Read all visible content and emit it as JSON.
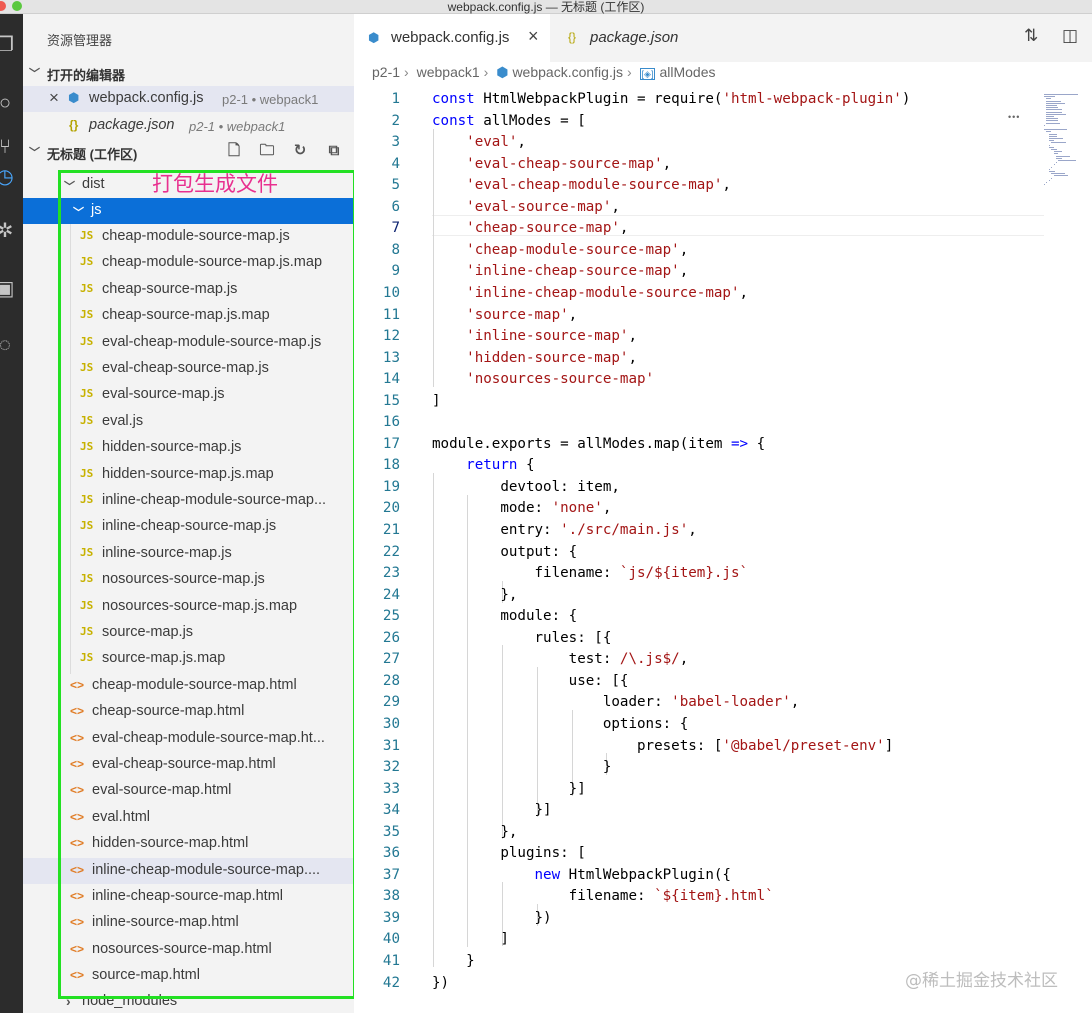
{
  "window": {
    "title": "webpack.config.js — 无标题 (工作区)"
  },
  "sidebar": {
    "title": "资源管理器",
    "open_editors": {
      "label": "打开的编辑器",
      "items": [
        {
          "name": "webpack.config.js",
          "meta": "p2-1 • webpack1"
        },
        {
          "name": "package.json",
          "meta": "p2-1 • webpack1"
        }
      ]
    },
    "workspace": {
      "label": "无标题 (工作区)"
    },
    "tree": {
      "dist": "dist",
      "js": "js",
      "js_files": [
        "cheap-module-source-map.js",
        "cheap-module-source-map.js.map",
        "cheap-source-map.js",
        "cheap-source-map.js.map",
        "eval-cheap-module-source-map.js",
        "eval-cheap-source-map.js",
        "eval-source-map.js",
        "eval.js",
        "hidden-source-map.js",
        "hidden-source-map.js.map",
        "inline-cheap-module-source-map...",
        "inline-cheap-source-map.js",
        "inline-source-map.js",
        "nosources-source-map.js",
        "nosources-source-map.js.map",
        "source-map.js",
        "source-map.js.map"
      ],
      "html_files": [
        "cheap-module-source-map.html",
        "cheap-source-map.html",
        "eval-cheap-module-source-map.ht...",
        "eval-cheap-source-map.html",
        "eval-source-map.html",
        "eval.html",
        "hidden-source-map.html",
        "inline-cheap-module-source-map....",
        "inline-cheap-source-map.html",
        "inline-source-map.html",
        "nosources-source-map.html",
        "source-map.html"
      ],
      "node_modules": "node_modules"
    },
    "annotation": "打包生成文件"
  },
  "editor": {
    "tabs": [
      {
        "label": "webpack.config.js",
        "active": true
      },
      {
        "label": "package.json",
        "active": false
      }
    ],
    "breadcrumb": [
      "p2-1",
      "webpack1",
      "webpack.config.js",
      "allModes"
    ],
    "lines": [
      "const HtmlWebpackPlugin = require('html-webpack-plugin')",
      "const allModes = [",
      "    'eval',",
      "    'eval-cheap-source-map',",
      "    'eval-cheap-module-source-map',",
      "    'eval-source-map',",
      "    'cheap-source-map',",
      "    'cheap-module-source-map',",
      "    'inline-cheap-source-map',",
      "    'inline-cheap-module-source-map',",
      "    'source-map',",
      "    'inline-source-map',",
      "    'hidden-source-map',",
      "    'nosources-source-map'",
      "]",
      "",
      "module.exports = allModes.map(item => {",
      "    return {",
      "        devtool: item,",
      "        mode: 'none',",
      "        entry: './src/main.js',",
      "        output: {",
      "            filename: `js/${item}.js`",
      "        },",
      "        module: {",
      "            rules: [{",
      "                test: /\\.js$/,",
      "                use: [{",
      "                    loader: 'babel-loader',",
      "                    options: {",
      "                        presets: ['@babel/preset-env']",
      "                    }",
      "                }]",
      "            }]",
      "        },",
      "        plugins: [",
      "            new HtmlWebpackPlugin({",
      "                filename: `${item}.html`",
      "            })",
      "        ]",
      "    }",
      "})"
    ]
  },
  "watermark": "@稀土掘金技术社区",
  "colors": {
    "selection": "#0b6fd8",
    "annotation_box": "#22e022",
    "annotation_text": "#e8308f"
  }
}
